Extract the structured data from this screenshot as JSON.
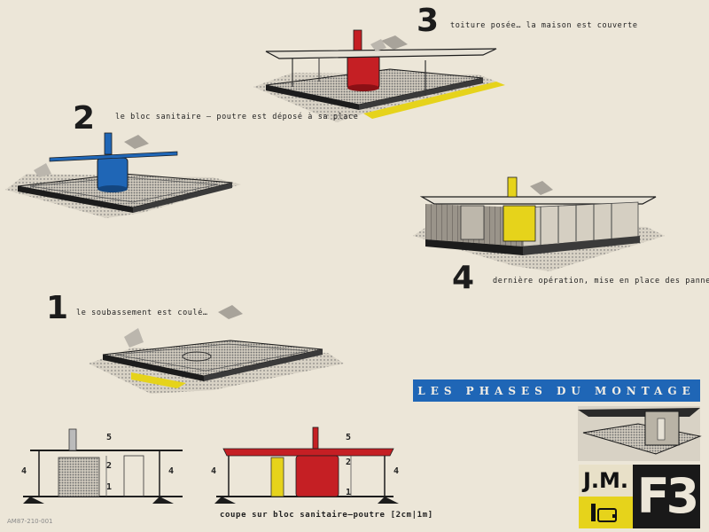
{
  "steps": {
    "one": {
      "number": "1",
      "caption": "le soubassement est coulé…"
    },
    "two": {
      "number": "2",
      "caption": "le bloc sanitaire – poutre est déposé à sa place"
    },
    "three": {
      "number": "3",
      "caption": "toiture posée… la maison est couverte"
    },
    "four": {
      "number": "4",
      "caption": "dernière opération, mise en place des panneaux"
    }
  },
  "banner": {
    "title": "LES PHASES DU MONTAGE"
  },
  "section": {
    "caption": "coupe sur bloc sanitaire–poutre [2cm|1m]",
    "labels": {
      "five": "5",
      "four": "4",
      "two": "2",
      "one": "1"
    }
  },
  "logo": {
    "initials": "J.M.",
    "model": "F3"
  },
  "stamp": {
    "text": "AM87-210-001"
  },
  "colors": {
    "paper": "#ece6d8",
    "ink": "#1c1c1c",
    "red": "#c51f24",
    "blue": "#1f66b6",
    "yellow": "#e6d31b",
    "gray_hatch": "#8d8d8d"
  }
}
